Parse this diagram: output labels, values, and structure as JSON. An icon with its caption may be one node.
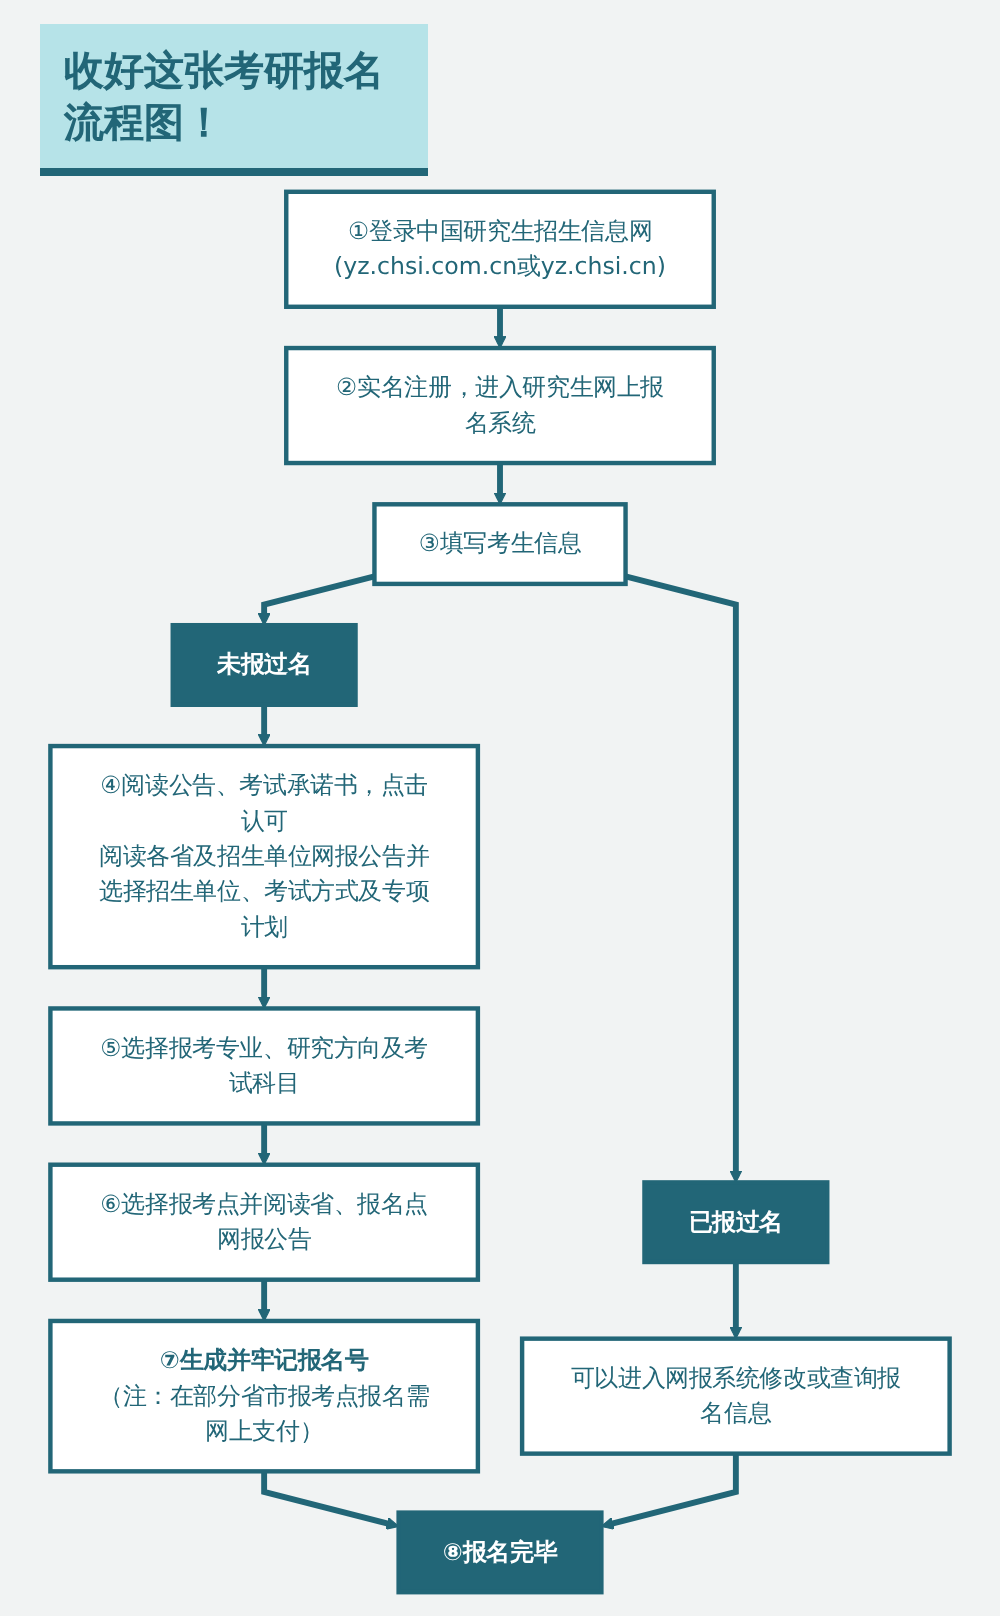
{
  "diagram": {
    "title": "收好这张考研报名流程图！",
    "nodes": [
      {
        "text": [
          "①登录中国研究生招生信息网(yz.chsi.com.cn或yz.chsi.cn)"
        ]
      },
      {
        "text": [
          "②实名注册，进入研究生网上报名系统"
        ]
      },
      {
        "text": [
          "③填写考生信息"
        ]
      },
      {
        "text": [
          "未报过名"
        ]
      },
      {
        "text": [
          "已报过名"
        ]
      },
      {
        "text": [
          "④阅读公告、考试承诺书，点击认可",
          "阅读各省及招生单位网报公告并选择招生单位、考试方式及专项计划"
        ]
      },
      {
        "text": [
          "可以进入网报系统修改或查询报名信息"
        ]
      },
      {
        "text": [
          "⑤选择报考专业、研究方向及考试科目"
        ]
      },
      {
        "text": [
          "⑥选择报考点并阅读省、报名点网报公告"
        ]
      },
      {
        "text": [
          "⑦生成并牢记报名号",
          "（注：在部分省市报考点报名需网上支付）"
        ]
      },
      {
        "text": [
          "⑧报名完毕"
        ]
      }
    ],
    "edges": [
      {
        "from": 0,
        "to": 1,
        "arrow": "to"
      },
      {
        "from": 1,
        "to": 2,
        "arrow": "to"
      },
      {
        "from": 2,
        "to": 3,
        "arrow": "to"
      },
      {
        "from": 2,
        "to": 4,
        "arrow": "to"
      },
      {
        "from": 3,
        "to": 5,
        "arrow": "to"
      },
      {
        "from": 4,
        "to": 6,
        "arrow": "to"
      },
      {
        "from": 5,
        "to": 7,
        "arrow": "to"
      },
      {
        "from": 7,
        "to": 8,
        "arrow": "to"
      },
      {
        "from": 8,
        "to": 9,
        "arrow": "to"
      },
      {
        "from": 9,
        "to": 10,
        "arrow": "to"
      },
      {
        "from": 6,
        "to": 10,
        "arrow": "to"
      }
    ]
  }
}
